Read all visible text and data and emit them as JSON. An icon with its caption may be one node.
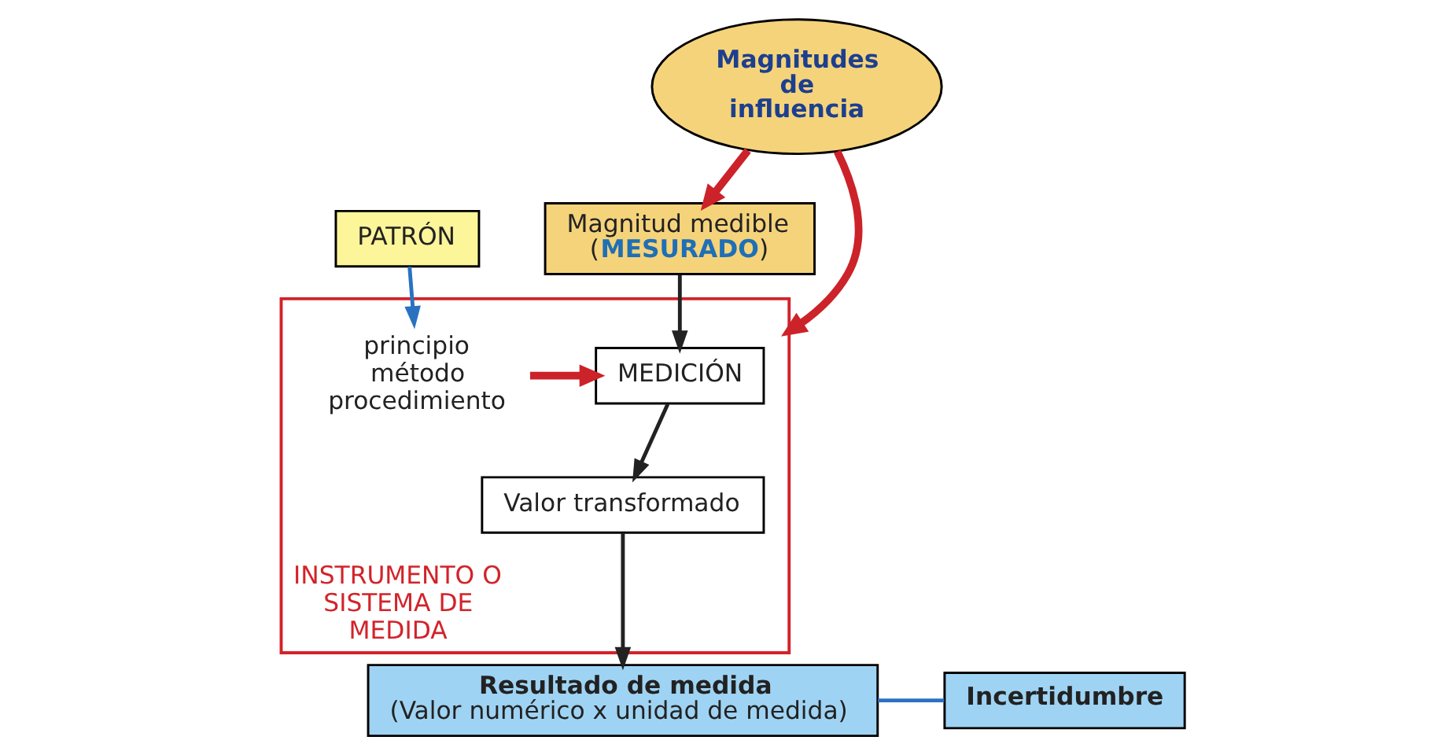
{
  "diagram": {
    "nodes": [
      {
        "text": [
          "Magnitud medible (**MESURADO**)"
        ]
      },
      {
        "text": [
          "PATRÓN"
        ]
      },
      {
        "text": [
          "INSTRUMENTO O SISTEMA DE MEDIDA"
        ]
      },
      {
        "text": [
          "Magnitudes de influencia"
        ]
      },
      {
        "text": [
          "MEDICIÓN"
        ],
        "in": 2
      },
      {
        "text": [
          "principio método procedimiento"
        ],
        "in": 2
      },
      {
        "text": [
          "Valor transformado"
        ],
        "in": 2
      },
      {
        "text": [
          "Resultado de medida",
          "(Valor numérico x unidad de medida)"
        ]
      },
      {
        "text": [
          "Incertidumbre"
        ]
      }
    ],
    "edges": [
      {
        "from": 3,
        "to": 0,
        "arrow": "to",
        "style": "thick",
        "color": "#cc2229"
      },
      {
        "from": 3,
        "to": 2,
        "arrow": "to",
        "style": "thick",
        "color": "#cc2229"
      },
      {
        "from": 0,
        "to": 4,
        "arrow": "to",
        "color": "#222222"
      },
      {
        "from": 1,
        "to": 5,
        "arrow": "to",
        "color": "#2a72c0"
      },
      {
        "from": 5,
        "to": 4,
        "arrow": "to",
        "style": "thick",
        "color": "#cc2229"
      },
      {
        "from": 4,
        "to": 6,
        "arrow": "to",
        "color": "#222222"
      },
      {
        "from": 6,
        "to": 7,
        "arrow": "to",
        "color": "#222222"
      },
      {
        "from": 7,
        "to": 8,
        "arrow": "none",
        "color": "#2a72c0"
      }
    ]
  }
}
